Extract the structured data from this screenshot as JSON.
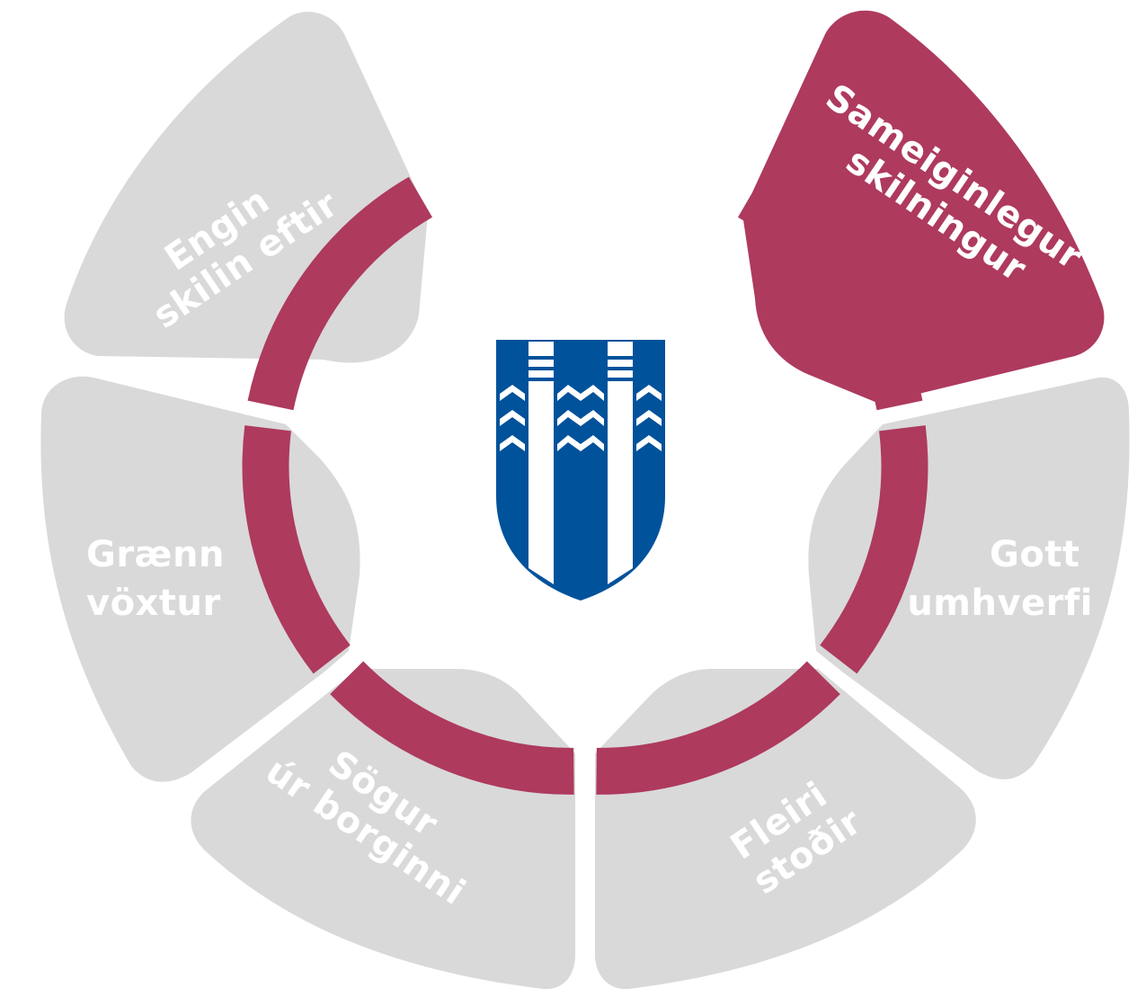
{
  "segments": [
    {
      "id": "engin-skilin-eftir",
      "lines": [
        "Engin",
        "skilin eftir"
      ],
      "active": false
    },
    {
      "id": "sameiginlegur-skilningur",
      "lines": [
        "Sameiginlegur",
        "skilningur"
      ],
      "active": true
    },
    {
      "id": "gott-umhverfi",
      "lines": [
        "Gott",
        "umhverfi"
      ],
      "active": false
    },
    {
      "id": "fleiri-stodir",
      "lines": [
        "Fleiri",
        "stoðir"
      ],
      "active": false
    },
    {
      "id": "sogur-ur-borginni",
      "lines": [
        "Sögur",
        "úr borginni"
      ],
      "active": false
    },
    {
      "id": "graenn-voxtur",
      "lines": [
        "Grænn",
        "vöxtur"
      ],
      "active": false
    }
  ],
  "colors": {
    "active": "#ae3a5e",
    "inactive": "#d9d9d9",
    "ring": "#ae3a5e",
    "shield": "#00529b",
    "text": "#ffffff"
  },
  "center_icon": "reykjavik-coat-of-arms-icon"
}
